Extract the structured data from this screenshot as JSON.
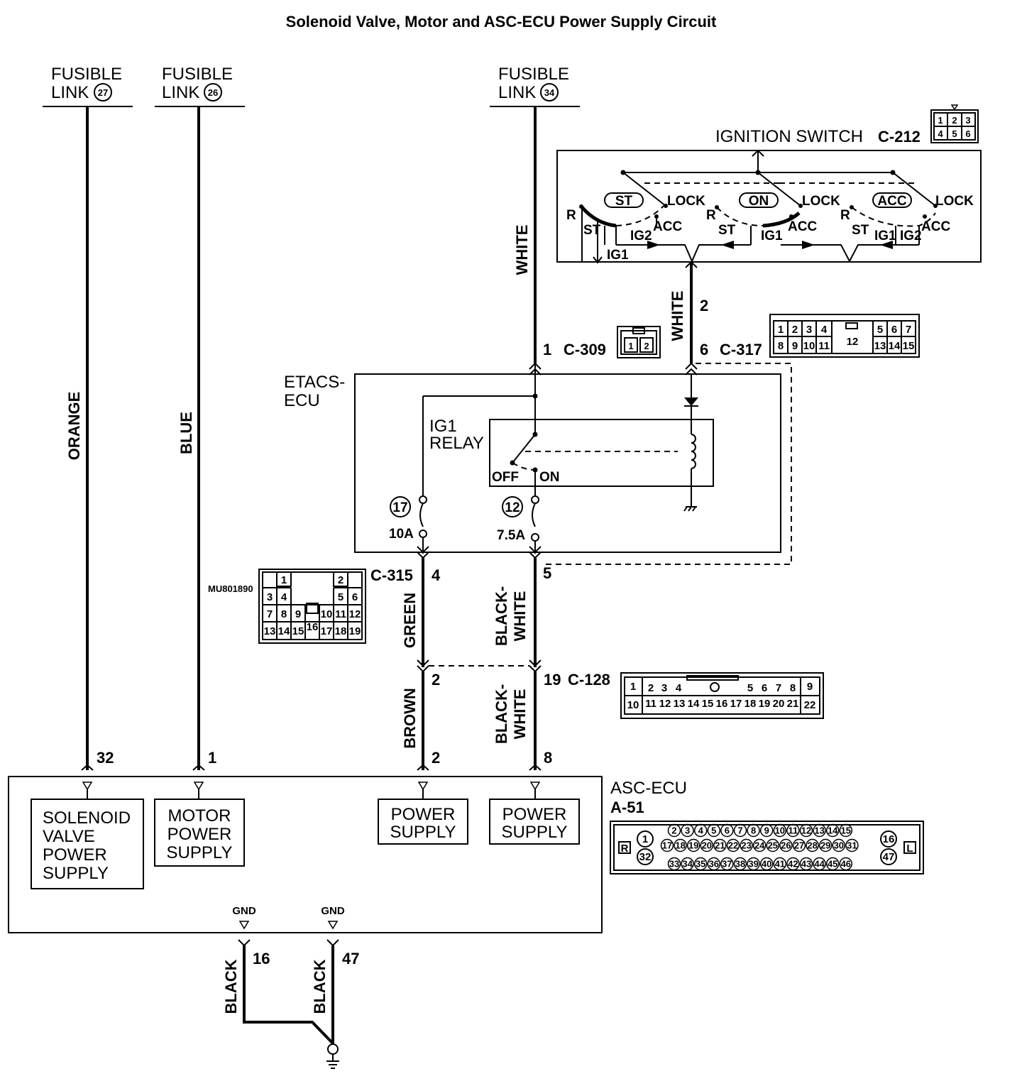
{
  "title": "Solenoid Valve, Motor and ASC-ECU Power Supply Circuit",
  "fusible_links": [
    {
      "label1": "FUSIBLE",
      "label2": "LINK",
      "number": "27",
      "wire_color": "ORANGE",
      "ecu_pin": "32",
      "function": [
        "SOLENOID",
        "VALVE",
        "POWER",
        "SUPPLY"
      ]
    },
    {
      "label1": "FUSIBLE",
      "label2": "LINK",
      "number": "26",
      "wire_color": "BLUE",
      "ecu_pin": "1",
      "function": [
        "MOTOR",
        "POWER",
        "SUPPLY"
      ]
    },
    {
      "label1": "FUSIBLE",
      "label2": "LINK",
      "number": "34",
      "wire_color": "WHITE"
    }
  ],
  "ignition_switch": {
    "label": "IGNITION SWITCH",
    "connector": "C-212",
    "pins": [
      "1",
      "2",
      "3",
      "4",
      "5",
      "6"
    ],
    "positions": [
      "ST",
      "ON",
      "ACC"
    ],
    "terminals": {
      "lock": "LOCK",
      "acc": "ACC",
      "st": "ST",
      "ig1": "IG1",
      "ig2": "IG2",
      "r": "R"
    },
    "out_wire": "WHITE",
    "out_pin": "2"
  },
  "connectors": {
    "c309": {
      "label": "C-309",
      "pin": "1",
      "pins": [
        "1",
        "2"
      ]
    },
    "c317": {
      "label": "C-317",
      "pin": "6",
      "pins_top": [
        "1",
        "2",
        "3",
        "4",
        "12",
        "5",
        "6",
        "7"
      ],
      "pins_bottom": [
        "8",
        "9",
        "10",
        "11",
        "13",
        "14",
        "15"
      ]
    },
    "c315": {
      "label": "C-315",
      "pin_left": "4",
      "pin_right": "5",
      "part_no": "MU801890",
      "rows": [
        [
          "1",
          "2"
        ],
        [
          "3",
          "4",
          "5",
          "6"
        ],
        [
          "7",
          "8",
          "9",
          "10",
          "11",
          "12"
        ],
        [
          "13",
          "14",
          "15",
          "16",
          "17",
          "18",
          "19"
        ]
      ]
    },
    "c128": {
      "label": "C-128",
      "pin_left": "2",
      "pin_right": "19",
      "pins_top": [
        "1",
        "2",
        "3",
        "4",
        "5",
        "6",
        "7",
        "8",
        "9"
      ],
      "pins_bottom": [
        "10",
        "11",
        "12",
        "13",
        "14",
        "15",
        "16",
        "17",
        "18",
        "19",
        "20",
        "21",
        "22"
      ]
    }
  },
  "etacs": {
    "label1": "ETACS-",
    "label2": "ECU",
    "relay1": "IG1",
    "relay2": "RELAY",
    "off": "OFF",
    "on": "ON",
    "fuse_left": {
      "number": "17",
      "rating": "10A"
    },
    "fuse_right": {
      "number": "12",
      "rating": "7.5A"
    }
  },
  "wires": {
    "green": "GREEN",
    "brown": "BROWN",
    "black_white_1": "BLACK-",
    "black_white_2": "WHITE",
    "ground_left": "BLACK",
    "ground_right": "BLACK"
  },
  "asc_ecu": {
    "label": "ASC-ECU",
    "connector": "A-51",
    "pin_brown": "2",
    "pin_bw": "8",
    "power1": [
      "POWER",
      "SUPPLY"
    ],
    "power2": [
      "POWER",
      "SUPPLY"
    ],
    "gnd1": {
      "label": "GND",
      "pin": "16"
    },
    "gnd2": {
      "label": "GND",
      "pin": "47"
    },
    "conn_r": "R",
    "conn_l": "L",
    "conn_row1": [
      "2",
      "3",
      "4",
      "5",
      "6",
      "7",
      "8",
      "9",
      "10",
      "11",
      "12",
      "13",
      "14",
      "15"
    ],
    "conn_row2": [
      "17",
      "18",
      "19",
      "20",
      "21",
      "22",
      "23",
      "24",
      "25",
      "26",
      "27",
      "28",
      "29",
      "30",
      "31"
    ],
    "conn_row3": [
      "33",
      "34",
      "35",
      "36",
      "37",
      "38",
      "39",
      "40",
      "41",
      "42",
      "43",
      "44",
      "45",
      "46"
    ],
    "conn_left": [
      "1",
      "32"
    ],
    "conn_right": [
      "16",
      "47"
    ]
  }
}
